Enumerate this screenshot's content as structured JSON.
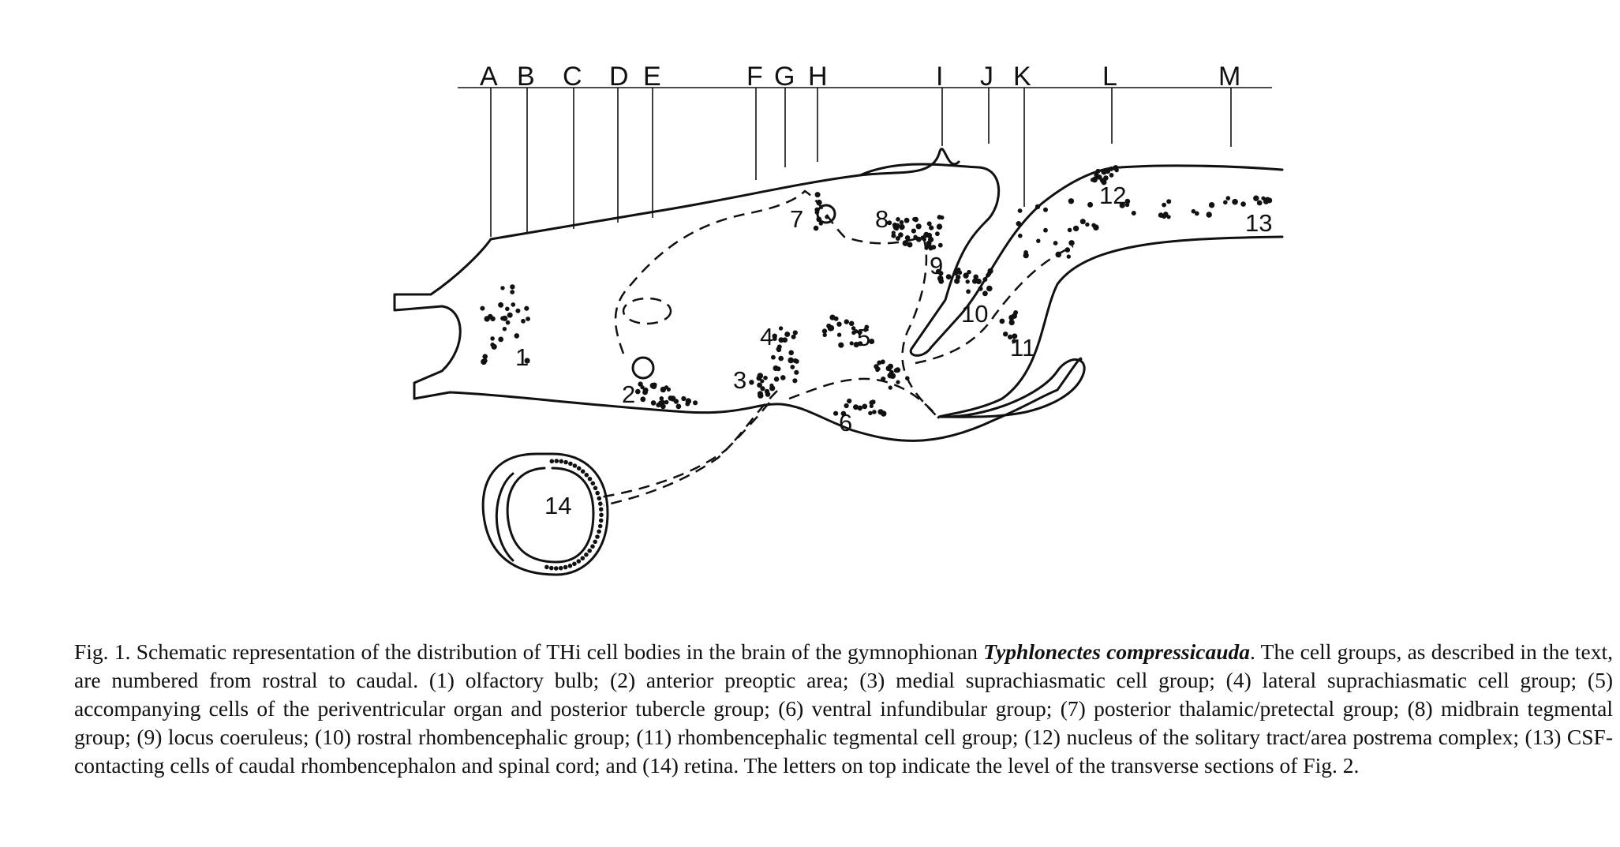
{
  "figure": {
    "section_letters": [
      "A",
      "B",
      "C",
      "D",
      "E",
      "F",
      "G",
      "H",
      "I",
      "J",
      "K",
      "L",
      "M"
    ],
    "group_numbers": [
      "1",
      "2",
      "3",
      "4",
      "5",
      "6",
      "7",
      "8",
      "9",
      "10",
      "11",
      "12",
      "13",
      "14"
    ]
  },
  "caption": {
    "prefix": "Fig. 1. Schematic representation of the distribution of THi cell bodies in the brain of the gymnophionan ",
    "species": "Typhlonectes compressicauda",
    "body": ". The cell groups, as described in the text, are numbered from rostral to caudal. (1) olfactory bulb; (2) anterior preoptic area; (3) medial suprachiasmatic cell group; (4) lateral suprachiasmatic cell group; (5) accompanying cells of the periventricular organ and posterior tubercle group; (6) ventral infundibular group; (7) posterior thalamic/pretectal group; (8) midbrain tegmental group; (9) locus coeruleus; (10) rostral rhombencephalic group; (11) rhombencephalic tegmental cell group; (12) nucleus of the solitary tract/area postrema complex; (13) CSF-contacting cells of caudal rhombencephalon and spinal cord; and (14) retina. The letters on top indicate the level of the transverse sections of Fig. 2."
  }
}
